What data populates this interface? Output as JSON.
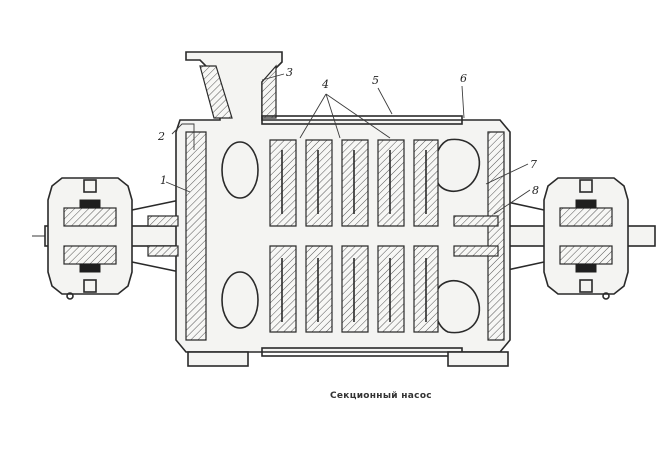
{
  "caption": "Секционный насос",
  "callouts": [
    "1",
    "2",
    "3",
    "4",
    "5",
    "6",
    "7",
    "8"
  ]
}
